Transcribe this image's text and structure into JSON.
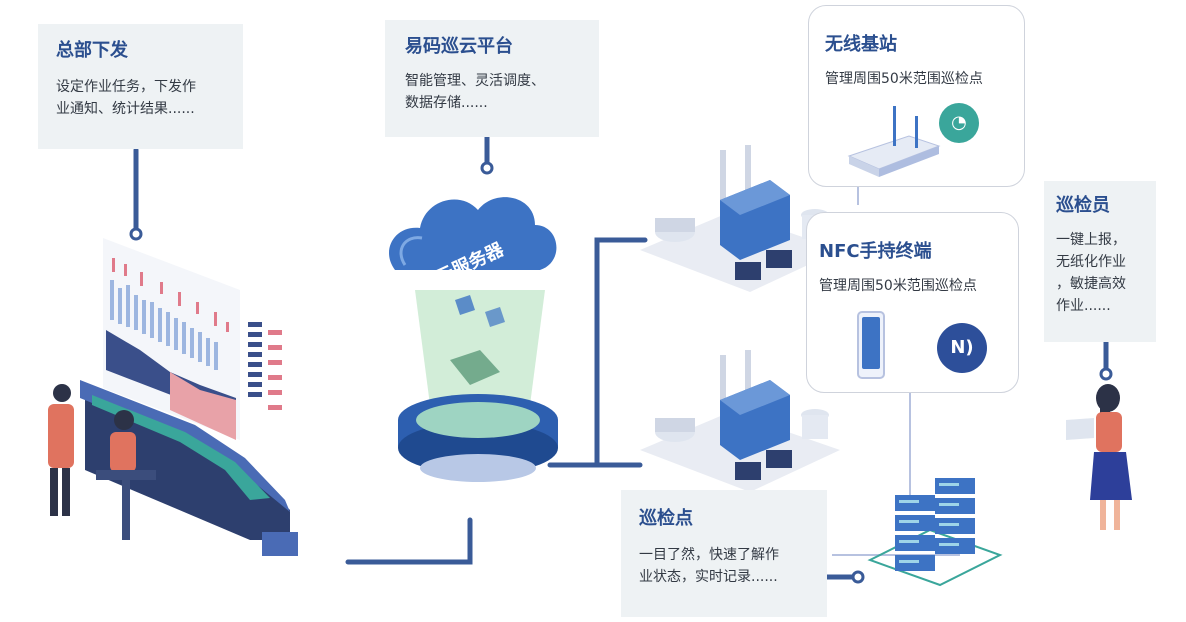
{
  "headquarters": {
    "title": "总部下发",
    "desc_line1": "设定作业任务，下发作",
    "desc_line2": "业通知、统计结果......"
  },
  "platform": {
    "title": "易码巡云平台",
    "desc_line1": "智能管理、灵活调度、",
    "desc_line2": "数据存储......"
  },
  "cloud_server": {
    "label": "云服务器"
  },
  "wireless_base": {
    "title": "无线基站",
    "desc": "管理周围50米范围巡检点"
  },
  "nfc_terminal": {
    "title": "NFC手持终端",
    "desc": "管理周围50米范围巡检点"
  },
  "inspector": {
    "title": "巡检员",
    "desc_line1": "一键上报，",
    "desc_line2": "无纸化作业",
    "desc_line3": "，敏捷高效",
    "desc_line4": "作业......"
  },
  "checkpoint": {
    "title": "巡检点",
    "desc_line1": "一目了然，快速了解作",
    "desc_line2": "业状态，实时记录......"
  },
  "colors": {
    "navy": "#2b4f8f",
    "line": "#3a5b98",
    "teal": "#3aa69b",
    "box_bg": "#eef2f4"
  }
}
